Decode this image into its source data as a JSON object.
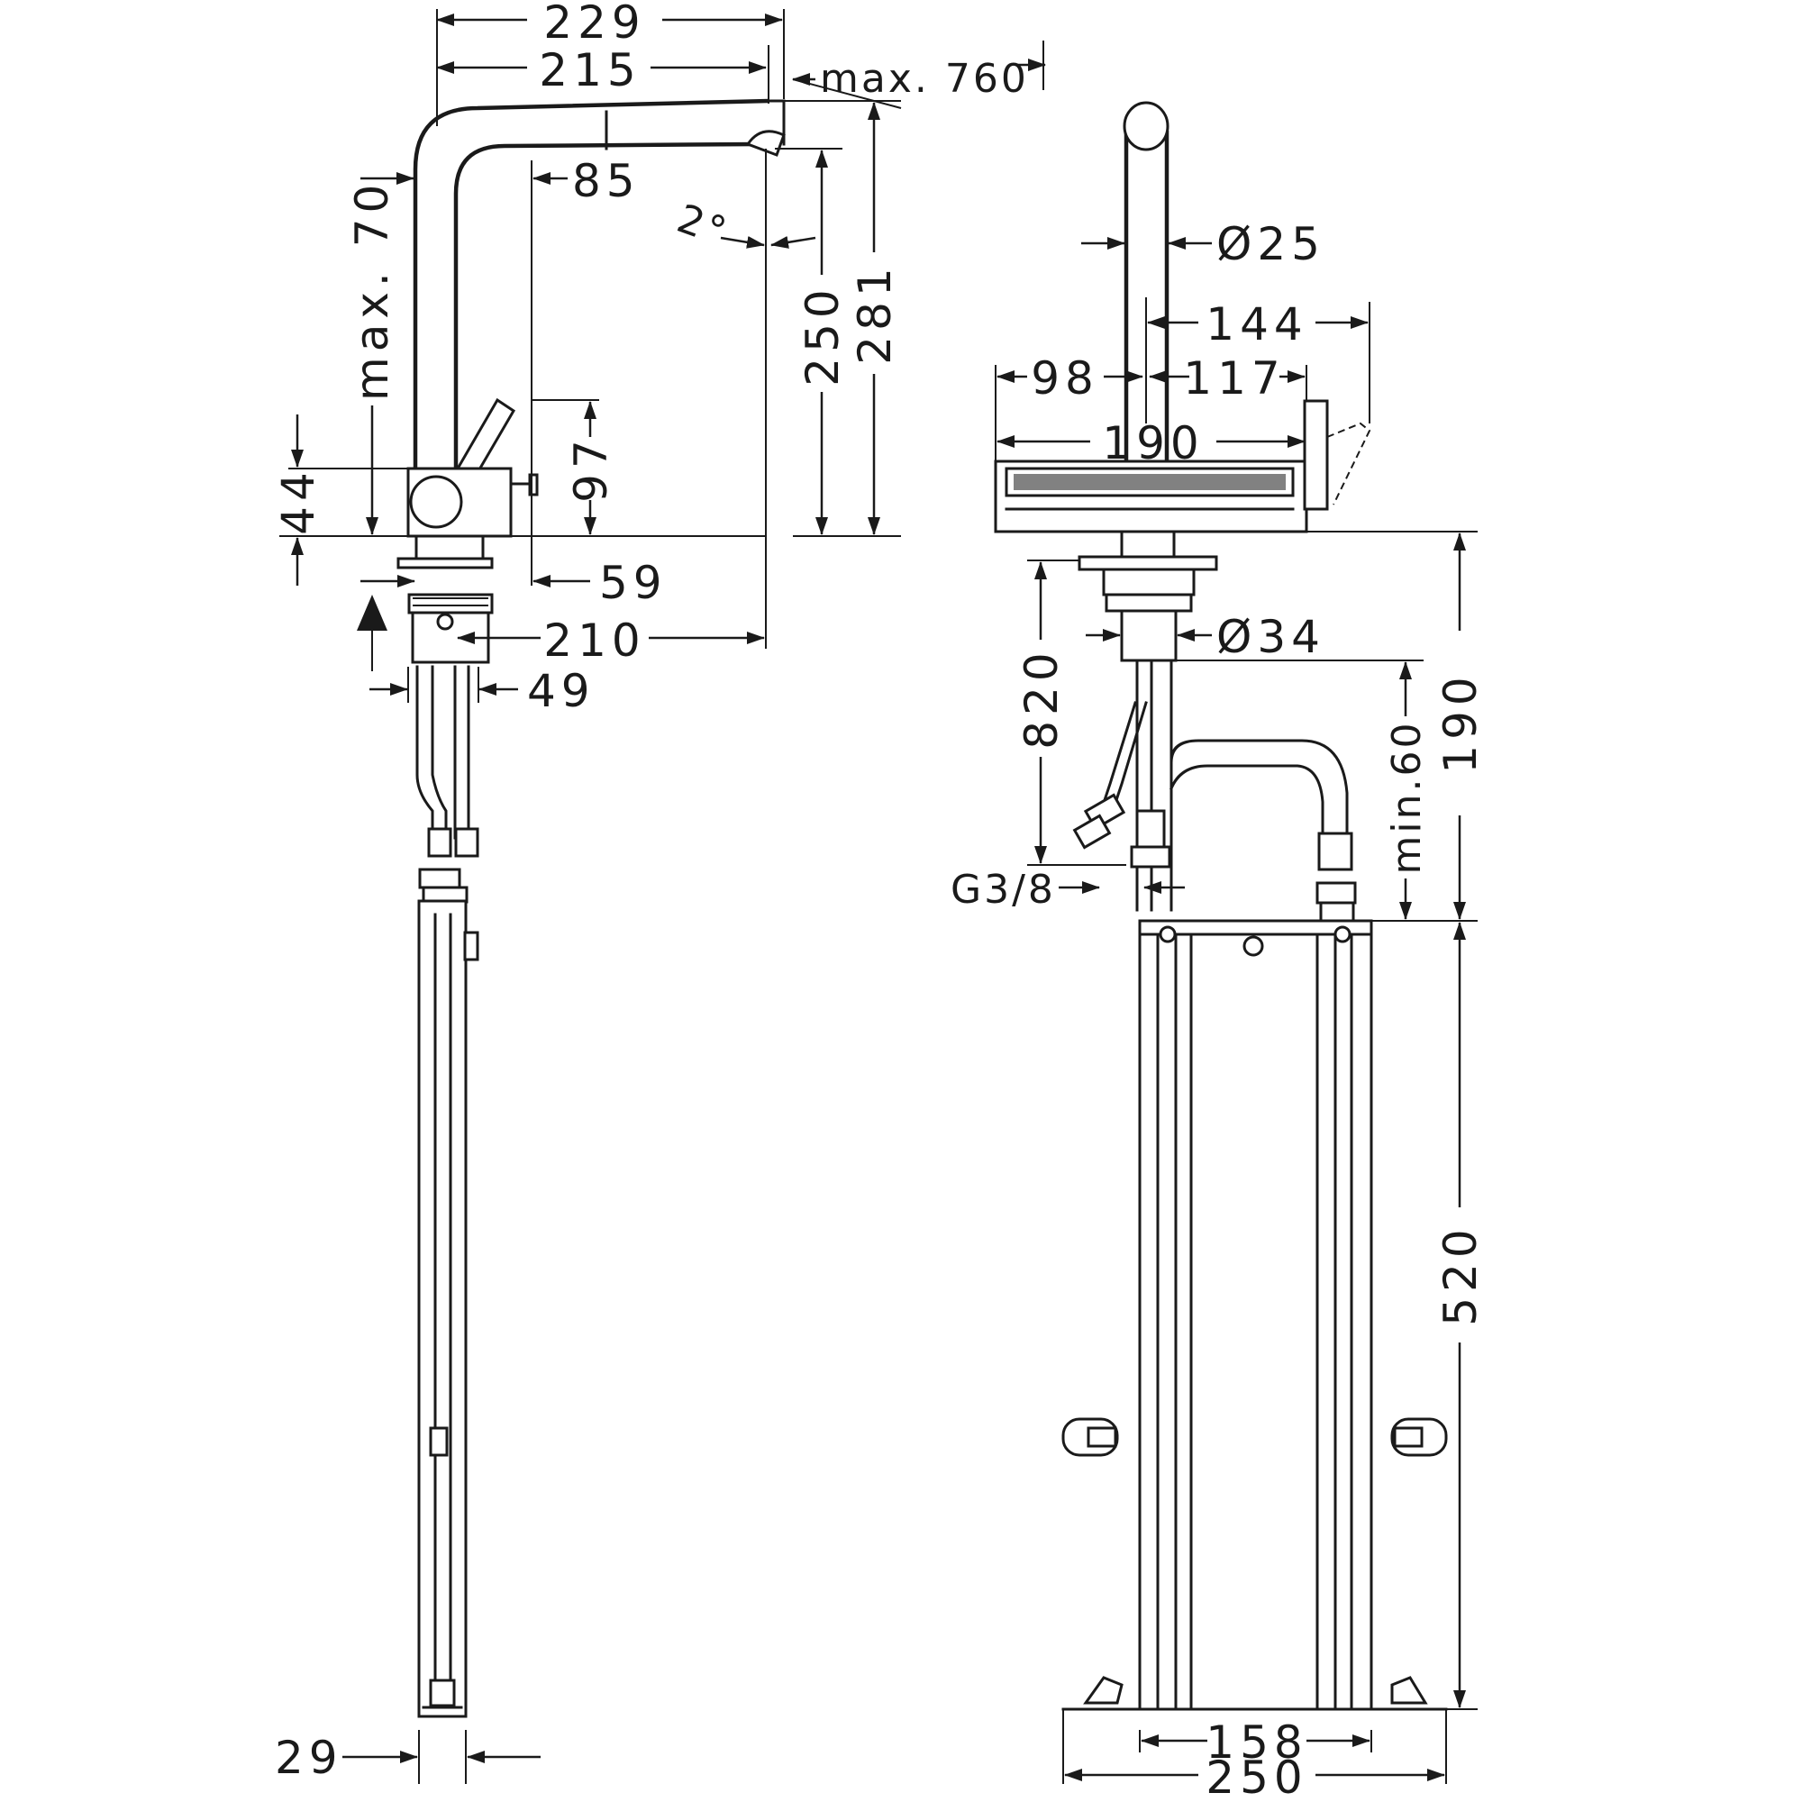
{
  "side_view": {
    "labels": {
      "width_229": "229",
      "width_215": "215",
      "max_760": "max. 760",
      "reach_85": "85",
      "angle_2": "2°",
      "max_70": "max. 70",
      "height_250": "250",
      "height_281": "281",
      "height_44": "44",
      "lever_97": "97",
      "offset_59": "59",
      "reach_210": "210",
      "shank_49": "49",
      "box_29": "29"
    }
  },
  "front_view": {
    "labels": {
      "dia_25": "Ø25",
      "width_144": "144",
      "width_98": "98",
      "width_117": "117",
      "width_190": "190",
      "dia_34": "Ø34",
      "hose_820": "820",
      "thread_g38": "G3/8",
      "min_60": "min.60",
      "height_190": "190",
      "box_520": "520",
      "base_158": "158",
      "base_250": "250"
    }
  }
}
